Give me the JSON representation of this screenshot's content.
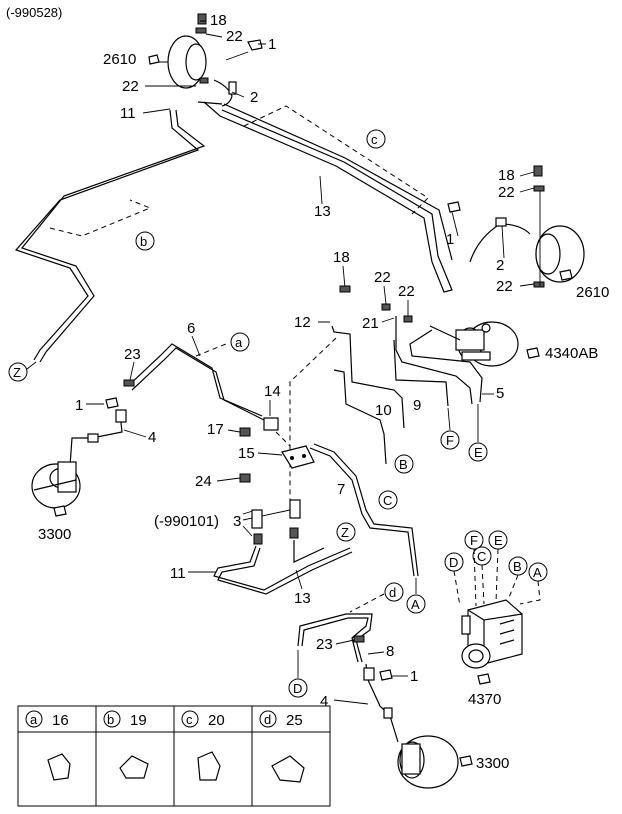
{
  "header": {
    "serial_range": "(-990528)"
  },
  "callouts": {
    "c1a": "1",
    "c1b": "1",
    "c1c": "1",
    "c1d": "1",
    "c2a": "2",
    "c2b": "2",
    "c3": "3",
    "c4a": "4",
    "c4b": "4",
    "c5": "5",
    "c6": "6",
    "c7": "7",
    "c8": "8",
    "c9": "9",
    "c10": "10",
    "c11a": "11",
    "c11b": "11",
    "c12": "12",
    "c13a": "13",
    "c13b": "13",
    "c14": "14",
    "c15": "15",
    "c17": "17",
    "c18a": "18",
    "c18b": "18",
    "c18c": "18",
    "c21": "21",
    "c22a": "22",
    "c22b": "22",
    "c22c": "22",
    "c22d": "22",
    "c22e": "22",
    "c22f": "22",
    "c23a": "23",
    "c23b": "23",
    "c24": "24",
    "c2610a": "2610",
    "c2610b": "2610",
    "c4340": "4340AB",
    "c3300a": "3300",
    "c3300b": "3300",
    "c4370": "4370",
    "serial_990101": "(-990101)"
  },
  "circles": {
    "a": "a",
    "b": "b",
    "c": "c",
    "d": "d",
    "A1": "A",
    "A2": "A",
    "B1": "B",
    "B2": "B",
    "C1": "C",
    "C2": "C",
    "D1": "D",
    "D2": "D",
    "E1": "E",
    "E2": "E",
    "F1": "F",
    "F2": "F",
    "Z1": "Z",
    "Z2": "Z"
  },
  "legend": {
    "cells": [
      {
        "letter": "a",
        "part": "16"
      },
      {
        "letter": "b",
        "part": "19"
      },
      {
        "letter": "c",
        "part": "20"
      },
      {
        "letter": "d",
        "part": "25"
      }
    ]
  }
}
